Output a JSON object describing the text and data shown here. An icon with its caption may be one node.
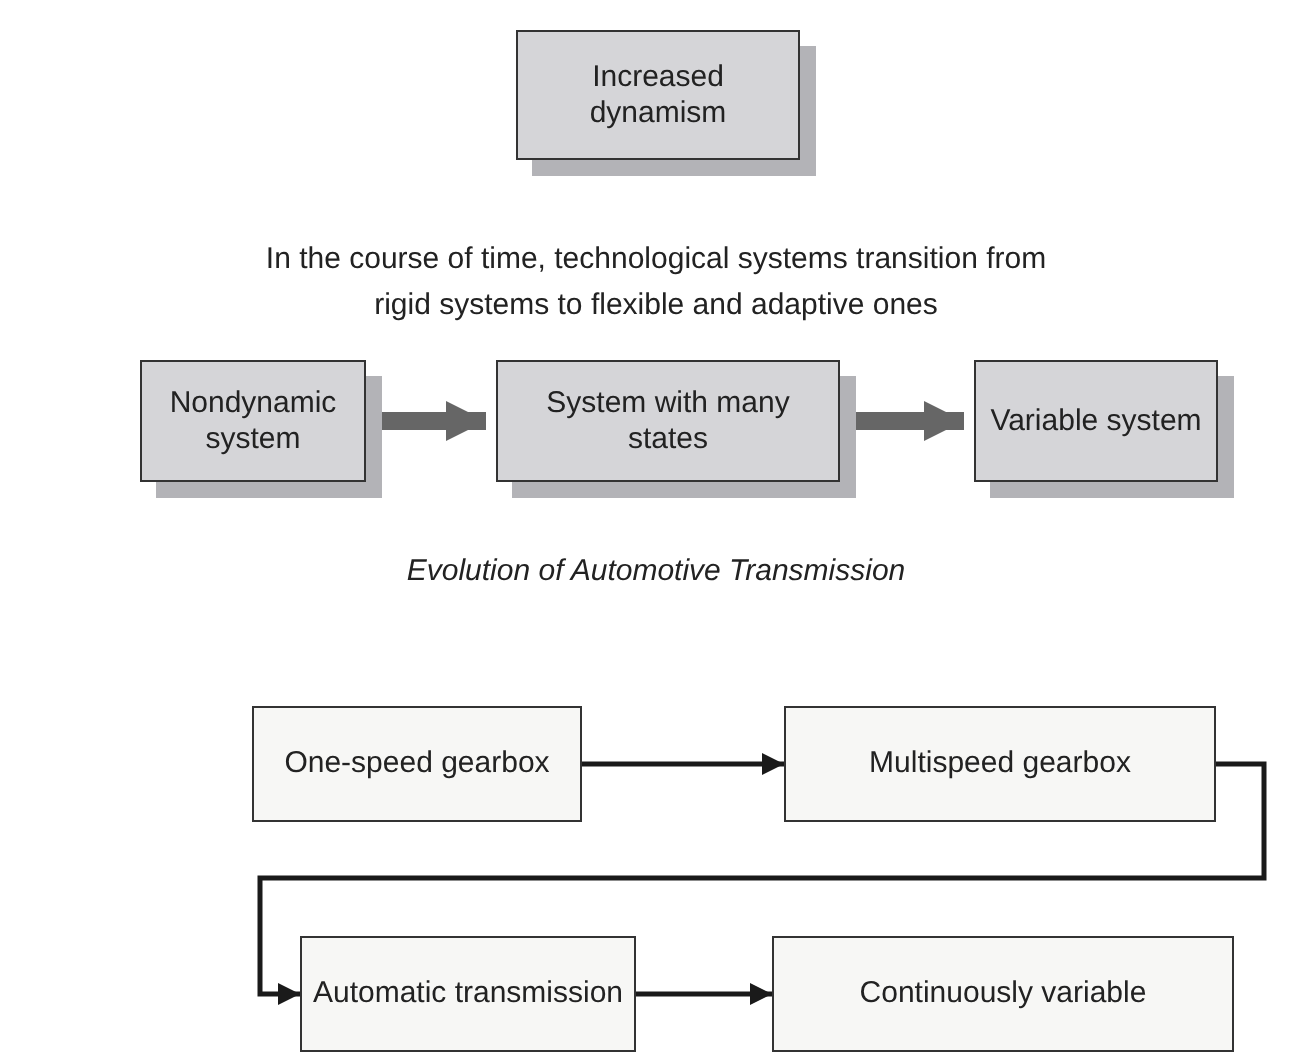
{
  "diagram": {
    "nodes": [
      {
        "text": [
          "Increased dynamism"
        ]
      },
      {
        "text": [
          "Nondynamic system"
        ]
      },
      {
        "text": [
          "System with many states"
        ]
      },
      {
        "text": [
          "Variable system"
        ]
      },
      {
        "text": [
          "One-speed gearbox"
        ]
      },
      {
        "text": [
          "Multispeed gearbox"
        ]
      },
      {
        "text": [
          "Automatic transmission"
        ]
      },
      {
        "text": [
          "Continuously variable"
        ]
      }
    ],
    "edges": [
      {
        "from": 1,
        "to": 2,
        "arrow": "to",
        "style": "thick",
        "color": "#666666"
      },
      {
        "from": 2,
        "to": 3,
        "arrow": "to",
        "style": "thick",
        "color": "#666666"
      },
      {
        "from": 4,
        "to": 5,
        "arrow": "to"
      },
      {
        "from": 5,
        "to": 6,
        "arrow": "to"
      },
      {
        "from": 6,
        "to": 7,
        "arrow": "to"
      }
    ],
    "labels": [
      "In the course of time, technological systems transition from rigid systems to flexible and adaptive ones",
      "Evolution of Automotive Transmission"
    ]
  }
}
